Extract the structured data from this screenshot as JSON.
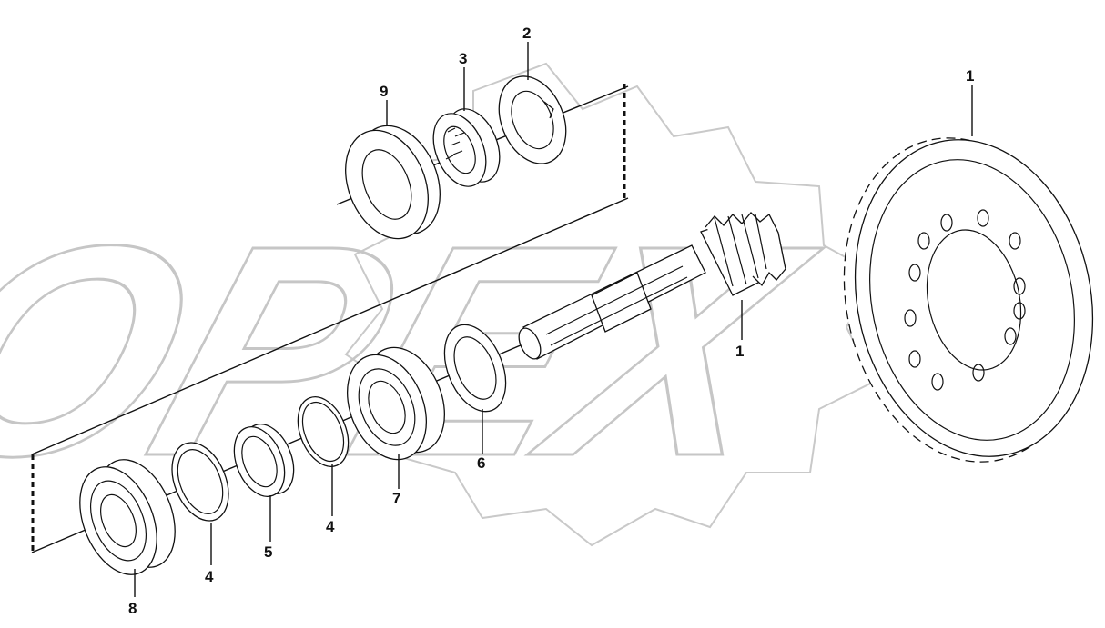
{
  "watermark": {
    "text": "OPEX"
  },
  "callouts": [
    {
      "id": "c-2",
      "text": "2"
    },
    {
      "id": "c-3",
      "text": "3"
    },
    {
      "id": "c-9",
      "text": "9"
    },
    {
      "id": "c-1-gear",
      "text": "1"
    },
    {
      "id": "c-1-pinion",
      "text": "1"
    },
    {
      "id": "c-6",
      "text": "6"
    },
    {
      "id": "c-7",
      "text": "7"
    },
    {
      "id": "c-4-upper",
      "text": "4"
    },
    {
      "id": "c-5",
      "text": "5"
    },
    {
      "id": "c-4-lower",
      "text": "4"
    },
    {
      "id": "c-8",
      "text": "8"
    }
  ]
}
